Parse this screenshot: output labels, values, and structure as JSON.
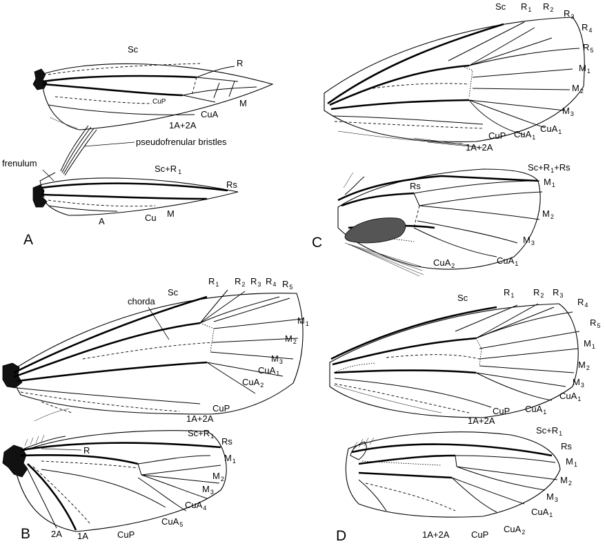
{
  "panels": {
    "A": {
      "letter": "A",
      "forewing": {
        "Sc": "Sc",
        "R": "R",
        "CuP": "CuP",
        "M": "M",
        "CuA": "CuA",
        "A": "1A+2A"
      },
      "hindwing": {
        "frenulum": "frenulum",
        "pseudofrenular": "pseudofrenular bristles",
        "ScR": "Sc+R",
        "ScR_sub": "1",
        "Rs": "Rs",
        "A": "A",
        "Cu": "Cu",
        "M": "M"
      }
    },
    "B": {
      "letter": "B",
      "forewing": {
        "Sc": "Sc",
        "chorda": "chorda",
        "R1": "R",
        "R1_sub": "1",
        "R2": "R",
        "R2_sub": "2",
        "R3": "R",
        "R3_sub": "3",
        "R4": "R",
        "R4_sub": "4",
        "R5": "R",
        "R5_sub": "5",
        "M1": "M",
        "M1_sub": "1",
        "M2": "M",
        "M2_sub": "2",
        "M3": "M",
        "M3_sub": "3",
        "CuA1": "CuA",
        "CuA1_sub": "1",
        "CuA2": "CuA",
        "CuA2_sub": "2",
        "CuP": "CuP",
        "A": "1A+2A"
      },
      "hindwing": {
        "ScR1": "Sc+R",
        "ScR1_sub": "1",
        "Rs": "Rs",
        "R": "R",
        "M1": "M",
        "M1_sub": "1",
        "M2": "M",
        "M2_sub": "2",
        "M3": "M",
        "M3_sub": "3",
        "CuA4": "CuA",
        "CuA4_sub": "4",
        "CuA5": "CuA",
        "CuA5_sub": "5",
        "CuP": "CuP",
        "A2": "2A",
        "A1": "1A"
      }
    },
    "C": {
      "letter": "C",
      "forewing": {
        "Sc": "Sc",
        "R1": "R",
        "R1_sub": "1",
        "R2": "R",
        "R2_sub": "2",
        "R3": "R",
        "R3_sub": "3",
        "R4": "R",
        "R4_sub": "4",
        "R5": "R",
        "R5_sub": "5",
        "M1": "M",
        "M1_sub": "1",
        "M2": "M",
        "M2_sub": "2",
        "M3": "M",
        "M3_sub": "3",
        "CuA1a": "CuA",
        "CuA1a_sub": "1",
        "CuA1b": "CuA",
        "CuA1b_sub": "1",
        "CuP": "CuP",
        "A": "1A+2A"
      },
      "hindwing": {
        "ScR1Rs": "Sc+R",
        "ScR1Rs_sub": "1",
        "ScR1Rs_tail": "+Rs",
        "Rs": "Rs",
        "M1": "M",
        "M1_sub": "1",
        "M2": "M",
        "M2_sub": "2",
        "M3": "M",
        "M3_sub": "3",
        "CuA1": "CuA",
        "CuA1_sub": "1",
        "CuA2": "CuA",
        "CuA2_sub": "2"
      }
    },
    "D": {
      "letter": "D",
      "forewing": {
        "Sc": "Sc",
        "R1": "R",
        "R1_sub": "1",
        "R2": "R",
        "R2_sub": "2",
        "R3": "R",
        "R3_sub": "3",
        "R4": "R",
        "R4_sub": "4",
        "R5": "R",
        "R5_sub": "5",
        "M1": "M",
        "M1_sub": "1",
        "M2": "M",
        "M2_sub": "2",
        "M3": "M",
        "M3_sub": "3",
        "CuA1": "CuA",
        "CuA1_sub": "1",
        "CuP": "CuP",
        "A": "1A+2A"
      },
      "hindwing": {
        "ScR1": "Sc+R",
        "ScR1_sub": "1",
        "Rs": "Rs",
        "M1": "M",
        "M1_sub": "1",
        "M2": "M",
        "M2_sub": "2",
        "M3": "M",
        "M3_sub": "3",
        "CuA1": "CuA",
        "CuA1_sub": "1",
        "CuA2": "CuA",
        "CuA2_sub": "2",
        "CuP": "CuP",
        "A": "1A+2A"
      }
    }
  }
}
